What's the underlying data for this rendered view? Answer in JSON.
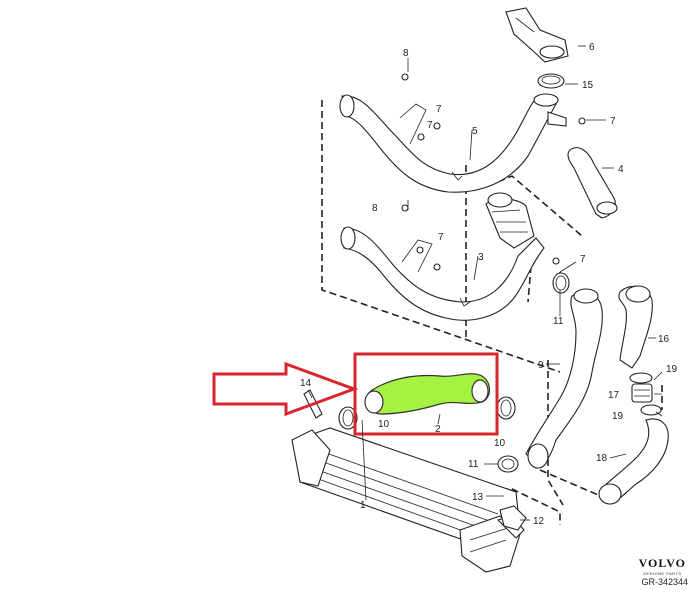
{
  "brand": {
    "logo_text": "VOLVO",
    "logo_subtext": "GENUINE PARTS"
  },
  "reference_code": "GR-342344",
  "highlight": {
    "part_label": "2",
    "box_color": "#d9262c",
    "fill_color": "#a6f243",
    "arrow_color": "#d9262c"
  },
  "callouts": {
    "c1": "1",
    "c2": "2",
    "c3": "3",
    "c4": "4",
    "c5": "5",
    "c6": "6",
    "c7a": "7",
    "c7b": "7",
    "c7c": "7",
    "c7d": "7",
    "c7e": "7",
    "c8a": "8",
    "c8b": "8",
    "c9": "9",
    "c10a": "10",
    "c10b": "10",
    "c11a": "11",
    "c11b": "11",
    "c12": "12",
    "c13": "13",
    "c14": "14",
    "c15": "15",
    "c16": "16",
    "c17": "17",
    "c18": "18",
    "c19a": "19",
    "c19b": "19"
  }
}
